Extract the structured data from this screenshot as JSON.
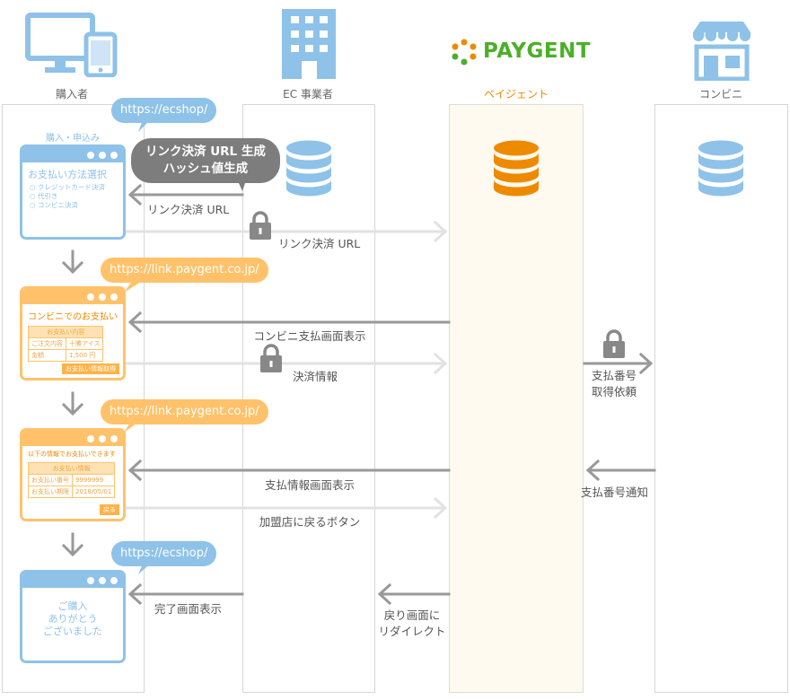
{
  "headers": {
    "buyer": "購入者",
    "ec": "EC 事業者",
    "paygent_logo": "PAYGENT",
    "paygent": "ペイジェント",
    "cvs": "コンビニ"
  },
  "bubbles": {
    "url1": "https://ecshop/",
    "url2": "https://link.paygent.co.jp/",
    "url3": "https://link.paygent.co.jp/",
    "url4": "https://ecshop/",
    "gen_line1": "リンク決済 URL 生成",
    "gen_line2": "ハッシュ値生成"
  },
  "win1": {
    "caption": "購入・申込み",
    "title": "お支払い方法選択",
    "options": [
      "クレジットカード決済",
      "代引き",
      "コンビニ決済"
    ]
  },
  "win2": {
    "title": "コンビニでのお支払い",
    "table_head": "お支払い内容",
    "rows": [
      [
        "ご注文内容",
        "十勝アイス"
      ],
      [
        "金額",
        "1,500 円"
      ]
    ],
    "button": "お支払い情報取得"
  },
  "win3": {
    "title": "以下の情報でお支払いできます",
    "table_head": "お支払い情報",
    "rows": [
      [
        "お支払い番号",
        "9999999"
      ],
      [
        "お支払い期限",
        "2018/05/01"
      ]
    ],
    "button": "戻る"
  },
  "win4": {
    "lines": [
      "ご購入",
      "ありがとう",
      "ございました"
    ]
  },
  "arrows": {
    "link_url_ec": "リンク決済 URL",
    "link_url_pg": "リンク決済 URL",
    "cvs_screen": "コンビニ支払画面表示",
    "settle_info": "決済情報",
    "pay_num_req_1": "支払番号",
    "pay_num_req_2": "取得依頼",
    "pay_info_screen": "支払情報画面表示",
    "pay_num_notice": "支払番号通知",
    "back_button": "加盟店に戻るボタン",
    "complete": "完了画面表示",
    "redirect_1": "戻り画面に",
    "redirect_2": "リダイレクト"
  },
  "colors": {
    "blue": "#8ec2e8",
    "orange": "#ffc26b",
    "paygent_orange": "#ee8a00",
    "paygent_green": "#4caf2a",
    "arrow_dark": "#999999",
    "arrow_light": "#e2e2e2"
  }
}
